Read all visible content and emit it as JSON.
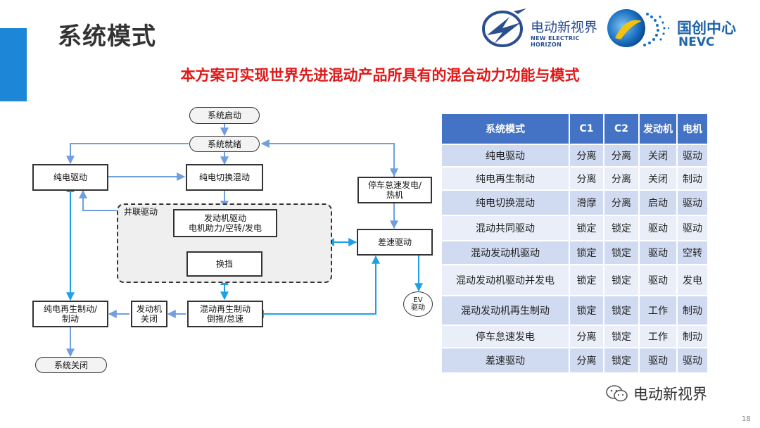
{
  "page_title": "系统模式",
  "headline": "本方案可实现世界先进混动产品所具有的混合动力功能与模式",
  "logos": {
    "left": {
      "name": "电动新视界",
      "sub": "NEW ELECTRIC HORIZON",
      "icon": "lightning-globe-icon"
    },
    "right": {
      "name": "国创中心",
      "sub": "NEVC",
      "icon": "dotted-globe-icon"
    }
  },
  "diagram": {
    "nodes": {
      "start": "系统启动",
      "ready": "系统就绪",
      "ev_drive": "纯电驱动",
      "ev_switch_hybrid": "纯电切换混动",
      "stop_idle_gen": "停车怠速发电/\n热机",
      "parallel_group": "并联驱动",
      "engine_drive": "发动机驱动\n电机助力/空转/发电",
      "gear_shift": "换挡",
      "diff_speed": "差速驱动",
      "ev_circle": "EV\n驱动",
      "ev_regen": "纯电再生制动/\n制动",
      "engine_off": "发动机\n关闭",
      "hybrid_regen": "混动再生制动\n倒拖/怠速",
      "shutdown": "系统关闭"
    }
  },
  "table": {
    "headers": [
      "系统模式",
      "C1",
      "C2",
      "发动机",
      "电机"
    ],
    "rows": [
      [
        "纯电驱动",
        "分离",
        "分离",
        "关闭",
        "驱动"
      ],
      [
        "纯电再生制动",
        "分离",
        "分离",
        "关闭",
        "制动"
      ],
      [
        "纯电切换混动",
        "滑摩",
        "分离",
        "启动",
        "驱动"
      ],
      [
        "混动共同驱动",
        "锁定",
        "锁定",
        "驱动",
        "驱动"
      ],
      [
        "混动发动机驱动",
        "锁定",
        "锁定",
        "驱动",
        "空转"
      ],
      [
        "混动发动机驱动并发电",
        "锁定",
        "锁定",
        "驱动",
        "发电"
      ],
      [
        "混动发动机再生制动",
        "锁定",
        "锁定",
        "工作",
        "制动"
      ],
      [
        "停车怠速发电",
        "分离",
        "锁定",
        "工作",
        "制动"
      ],
      [
        "差速驱动",
        "分离",
        "锁定",
        "驱动",
        "驱动"
      ]
    ]
  },
  "watermark": "电动新视界",
  "page_number": "18",
  "colors": {
    "accent": "#1e86d6",
    "headline": "#e01818",
    "table_header": "#4472c4",
    "arrow": "#6f9fdc",
    "arrow_bright": "#1fa0e6"
  }
}
